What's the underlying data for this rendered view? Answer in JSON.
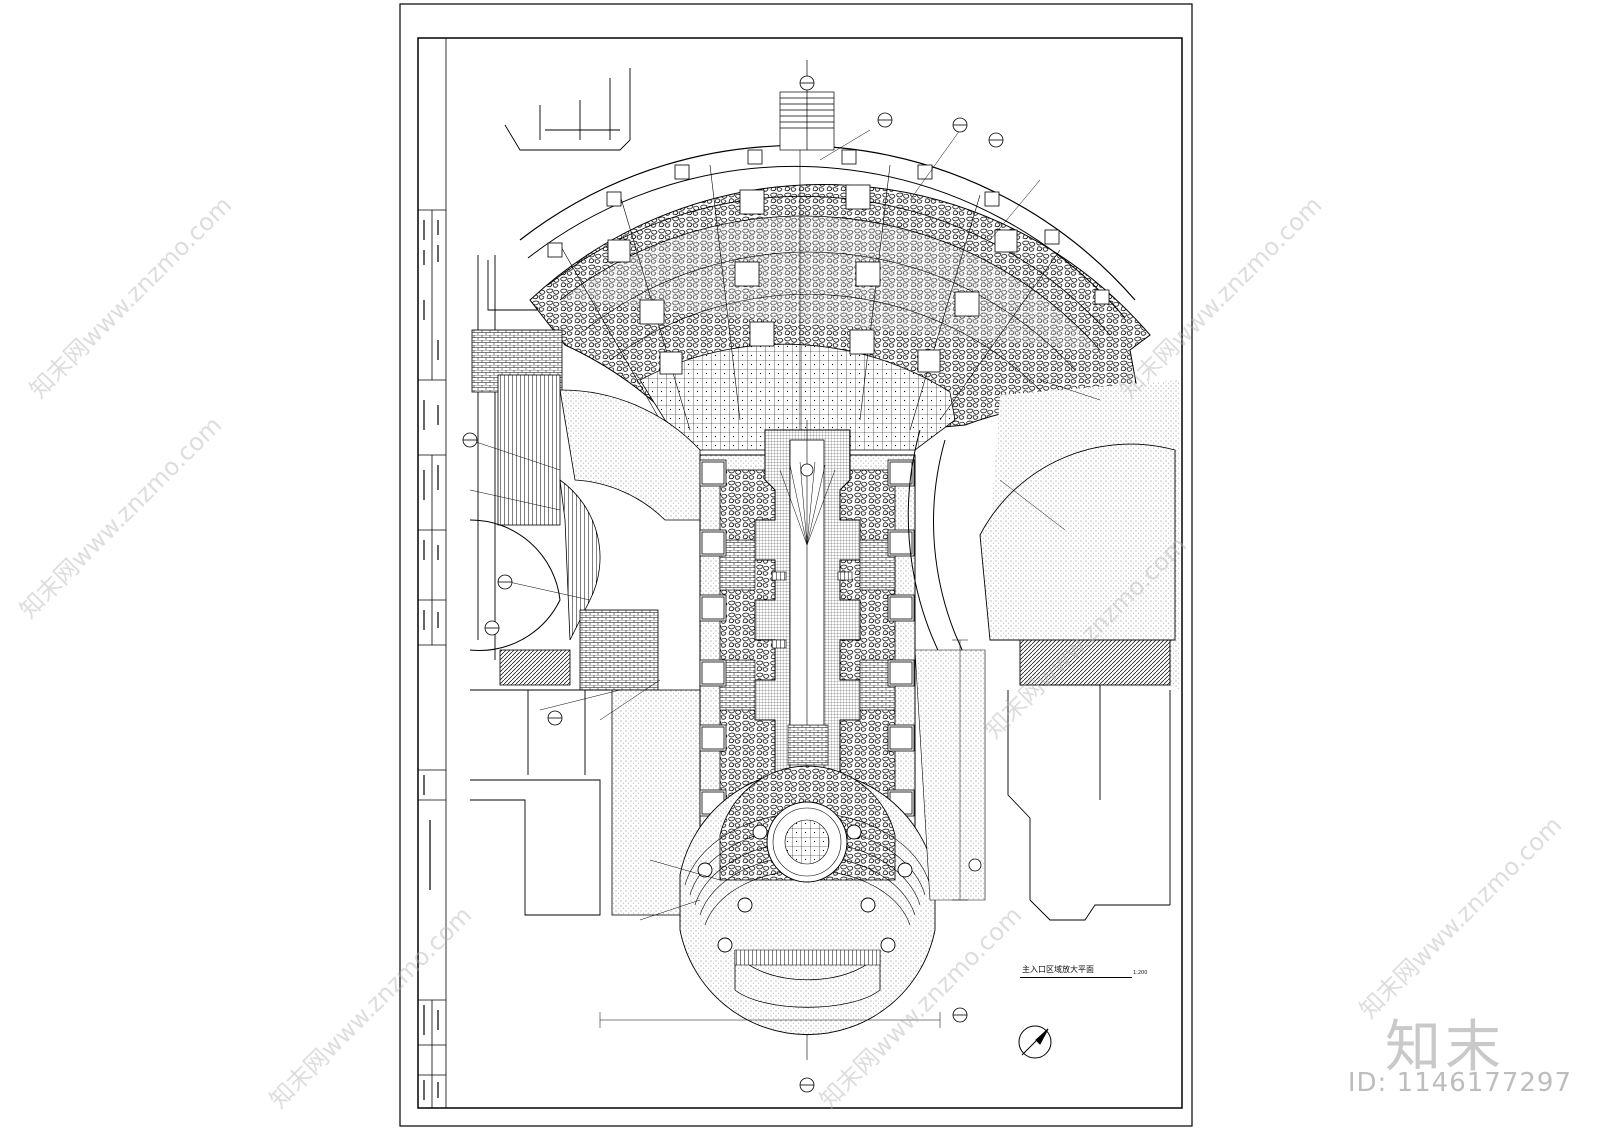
{
  "drawing": {
    "plan_title": "主入口区域放大平面",
    "scale_note": "1:200"
  },
  "watermarks": {
    "brand": "知末",
    "id_label": "ID: 1146177297",
    "diagonal_text": "知末网www.znzmo.com"
  },
  "colors": {
    "line": "#000000",
    "paper": "#ffffff",
    "watermark": "#c9c9c9"
  }
}
